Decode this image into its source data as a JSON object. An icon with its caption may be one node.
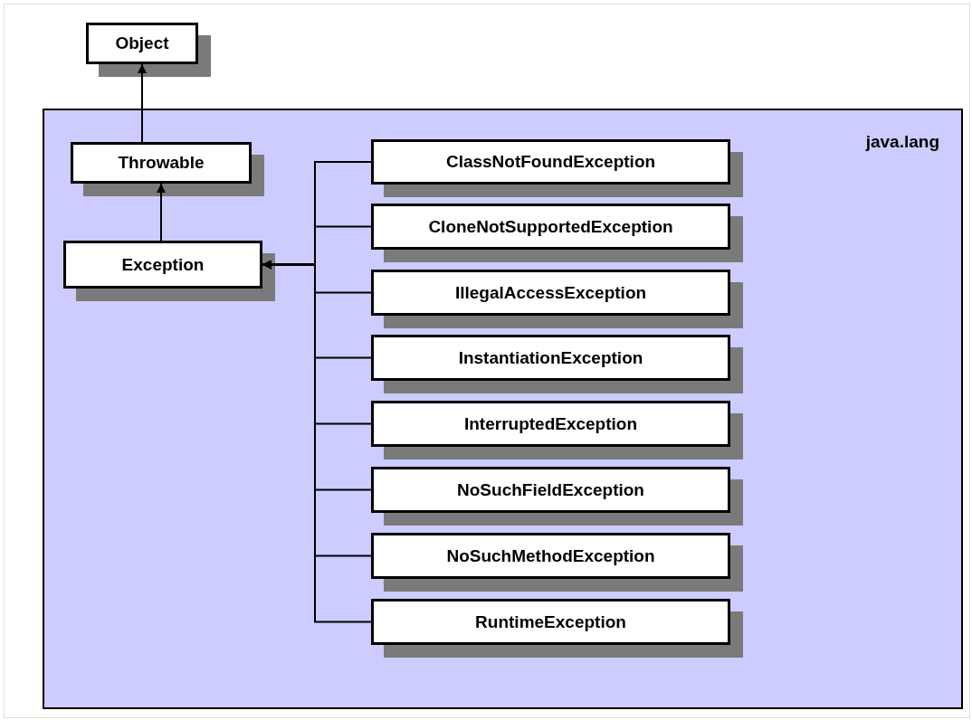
{
  "diagram": {
    "nodes": [
      {
        "text": [
          "Object"
        ]
      },
      {
        "text": [
          "java.lang"
        ]
      },
      {
        "text": [
          "Throwable"
        ],
        "in": 1
      },
      {
        "text": [
          "Exception"
        ],
        "in": 1
      },
      {
        "text": [
          "ClassNotFoundException"
        ],
        "in": 1
      },
      {
        "text": [
          "CloneNotSupportedException"
        ],
        "in": 1
      },
      {
        "text": [
          "IllegalAccessException"
        ],
        "in": 1
      },
      {
        "text": [
          "InstantiationException"
        ],
        "in": 1
      },
      {
        "text": [
          "InterruptedException"
        ],
        "in": 1
      },
      {
        "text": [
          "NoSuchFieldException"
        ],
        "in": 1
      },
      {
        "text": [
          "NoSuchMethodException"
        ],
        "in": 1
      },
      {
        "text": [
          "RuntimeException"
        ],
        "in": 1
      }
    ],
    "edges": [
      {
        "from": 2,
        "to": 0,
        "arrow": "to"
      },
      {
        "from": 3,
        "to": 2,
        "arrow": "to"
      },
      {
        "from": 4,
        "to": 3,
        "arrow": "to"
      },
      {
        "from": 5,
        "to": 3,
        "arrow": "to"
      },
      {
        "from": 6,
        "to": 3,
        "arrow": "to"
      },
      {
        "from": 7,
        "to": 3,
        "arrow": "to"
      },
      {
        "from": 8,
        "to": 3,
        "arrow": "to"
      },
      {
        "from": 9,
        "to": 3,
        "arrow": "to"
      },
      {
        "from": 10,
        "to": 3,
        "arrow": "to"
      },
      {
        "from": 11,
        "to": 3,
        "arrow": "to"
      }
    ]
  }
}
